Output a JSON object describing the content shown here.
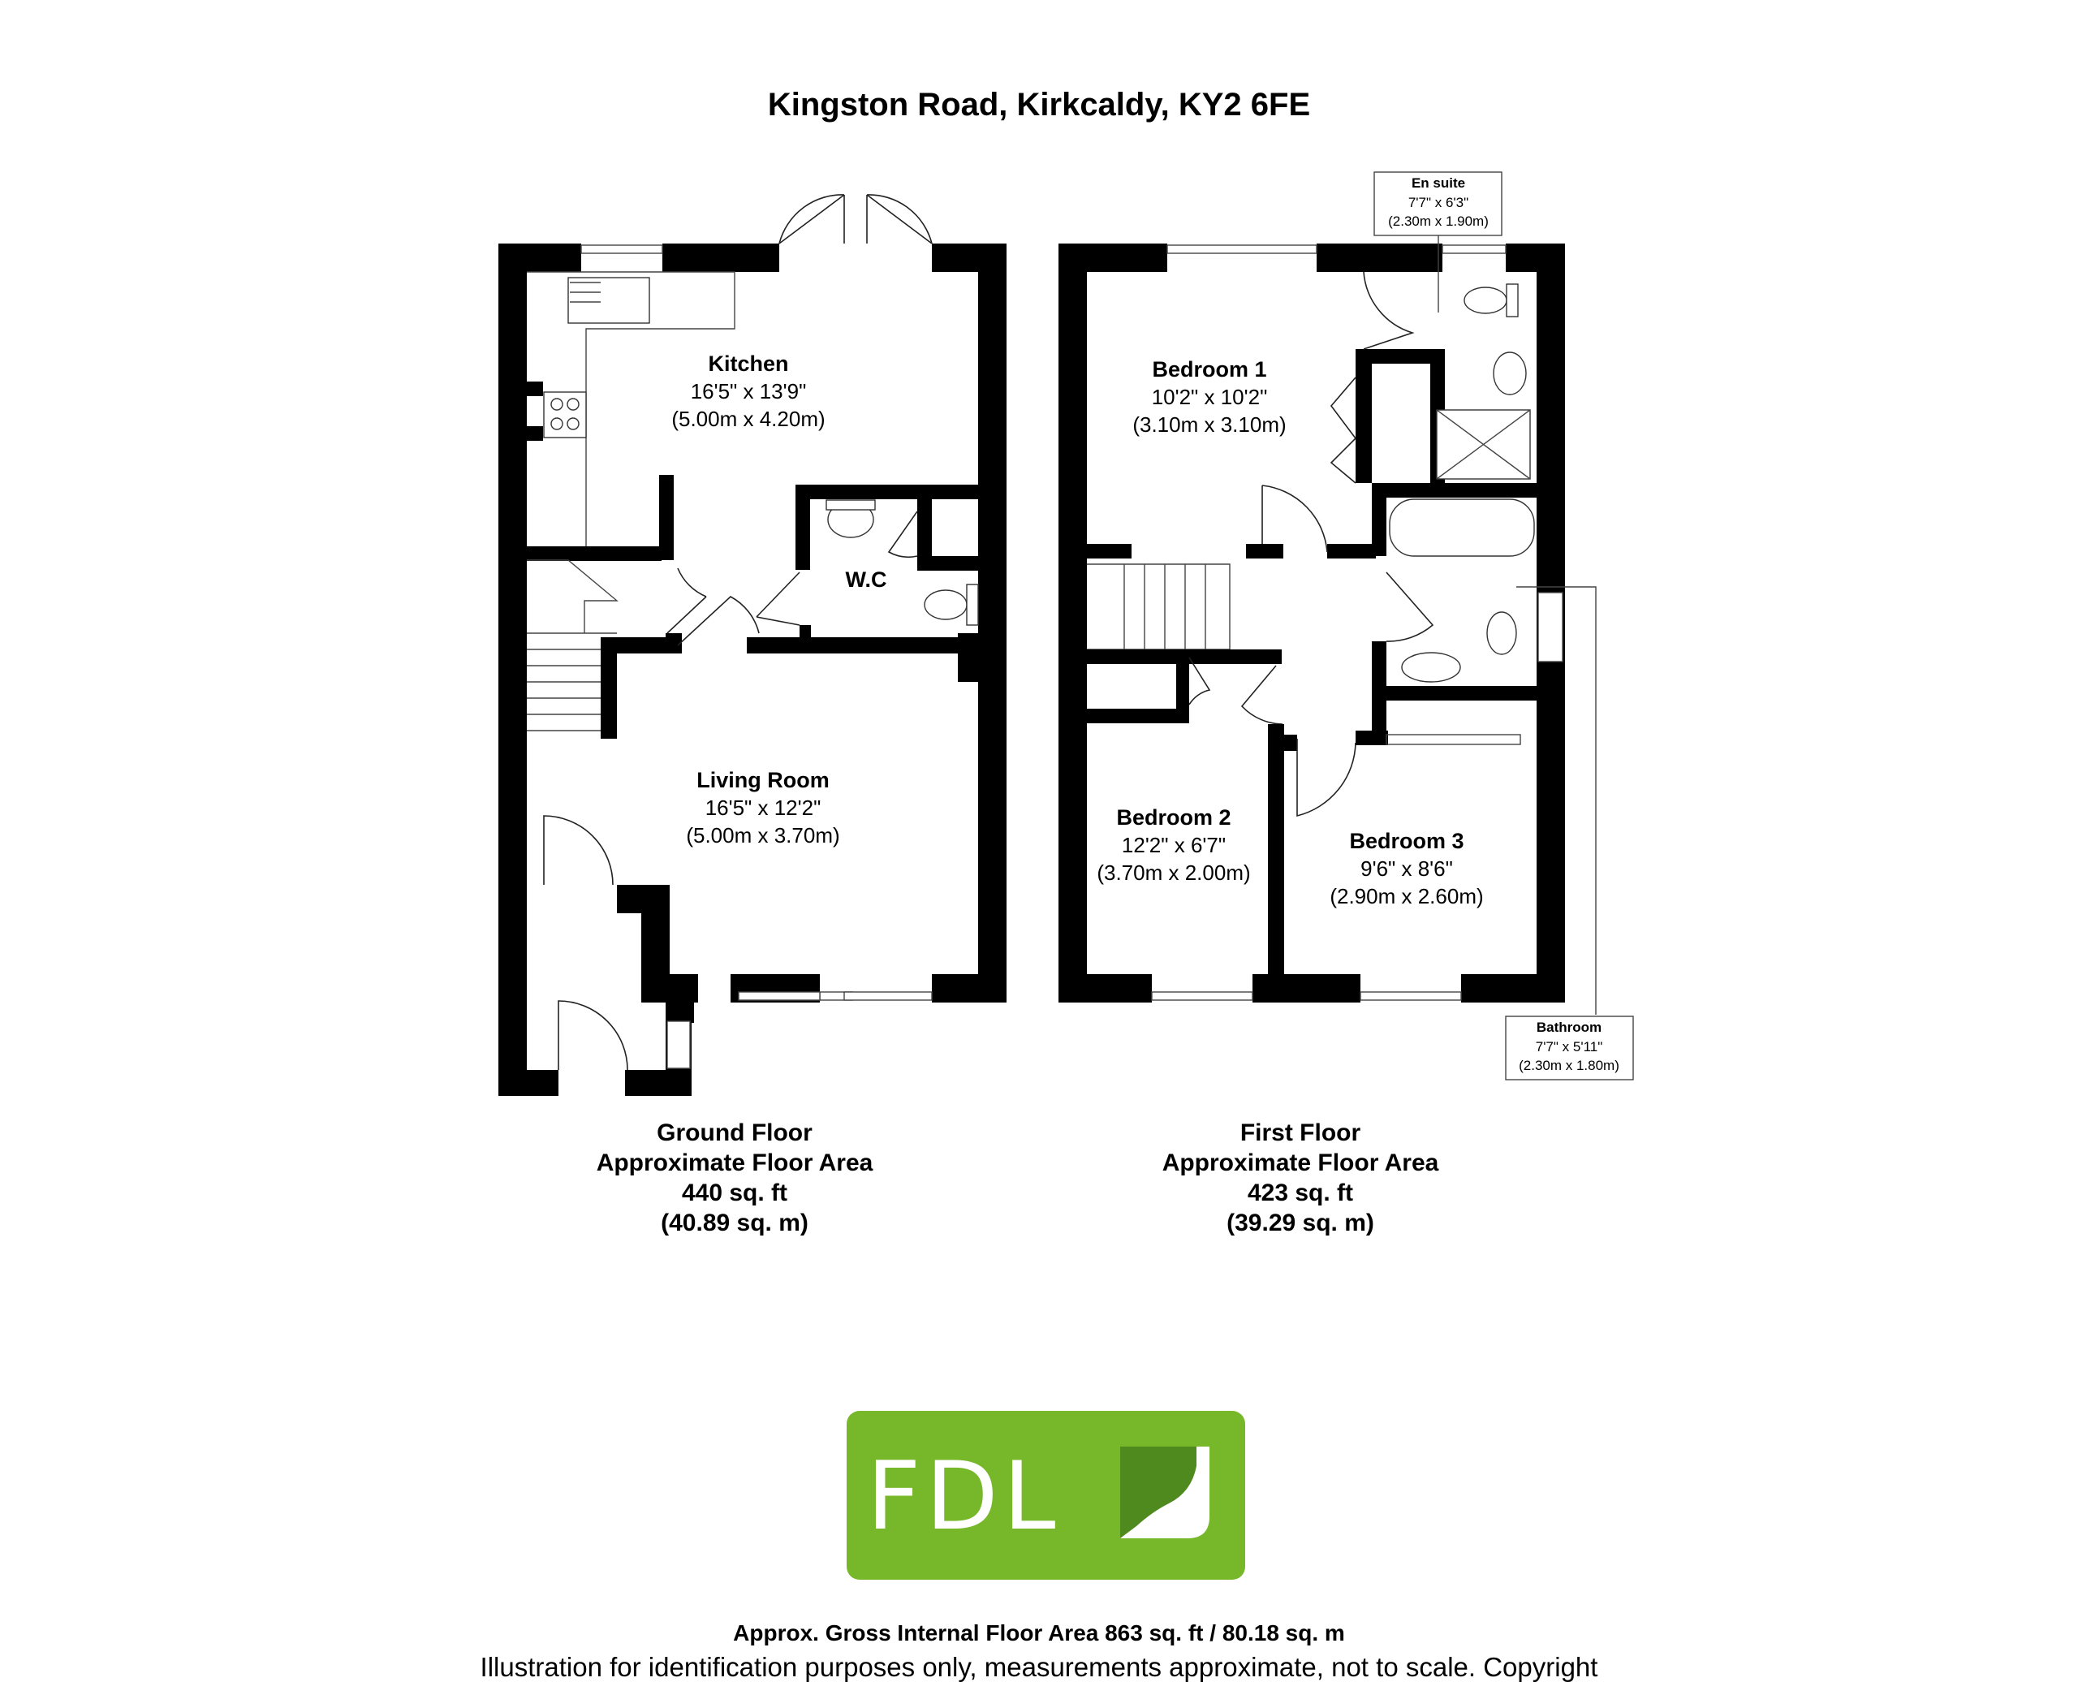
{
  "title": "Kingston Road, Kirkcaldy, KY2 6FE",
  "rooms": {
    "kitchen": {
      "name": "Kitchen",
      "imperial": "16'5\" x 13'9\"",
      "metric": "(5.00m x 4.20m)"
    },
    "wc": {
      "name": "W.C"
    },
    "living_room": {
      "name": "Living Room",
      "imperial": "16'5\" x 12'2\"",
      "metric": "(5.00m x 3.70m)"
    },
    "bedroom1": {
      "name": "Bedroom 1",
      "imperial": "10'2\" x 10'2\"",
      "metric": "(3.10m x 3.10m)"
    },
    "bedroom2": {
      "name": "Bedroom 2",
      "imperial": "12'2\" x 6'7\"",
      "metric": "(3.70m x 2.00m)"
    },
    "bedroom3": {
      "name": "Bedroom 3",
      "imperial": "9'6\" x 8'6\"",
      "metric": "(2.90m x 2.60m)"
    },
    "en_suite": {
      "name": "En suite",
      "imperial": "7'7\" x 6'3\"",
      "metric": "(2.30m x 1.90m)"
    },
    "bathroom": {
      "name": "Bathroom",
      "imperial": "7'7\" x 5'11\"",
      "metric": "(2.30m x 1.80m)"
    }
  },
  "ground_floor": {
    "name": "Ground Floor",
    "label": "Approximate Floor Area",
    "area_imperial": "440 sq. ft",
    "area_metric": "(40.89 sq. m)"
  },
  "first_floor": {
    "name": "First Floor",
    "label": "Approximate Floor Area",
    "area_imperial": "423 sq. ft",
    "area_metric": "(39.29 sq. m)"
  },
  "logo": {
    "text": "FDL",
    "color": "#76b82a",
    "leaf_color": "#4f8a1f"
  },
  "footer": {
    "gross_area": "Approx. Gross Internal Floor Area 863 sq. ft / 80.18 sq. m",
    "disclaimer": "Illustration for identification purposes only, measurements approximate, not to scale. Copyright"
  }
}
